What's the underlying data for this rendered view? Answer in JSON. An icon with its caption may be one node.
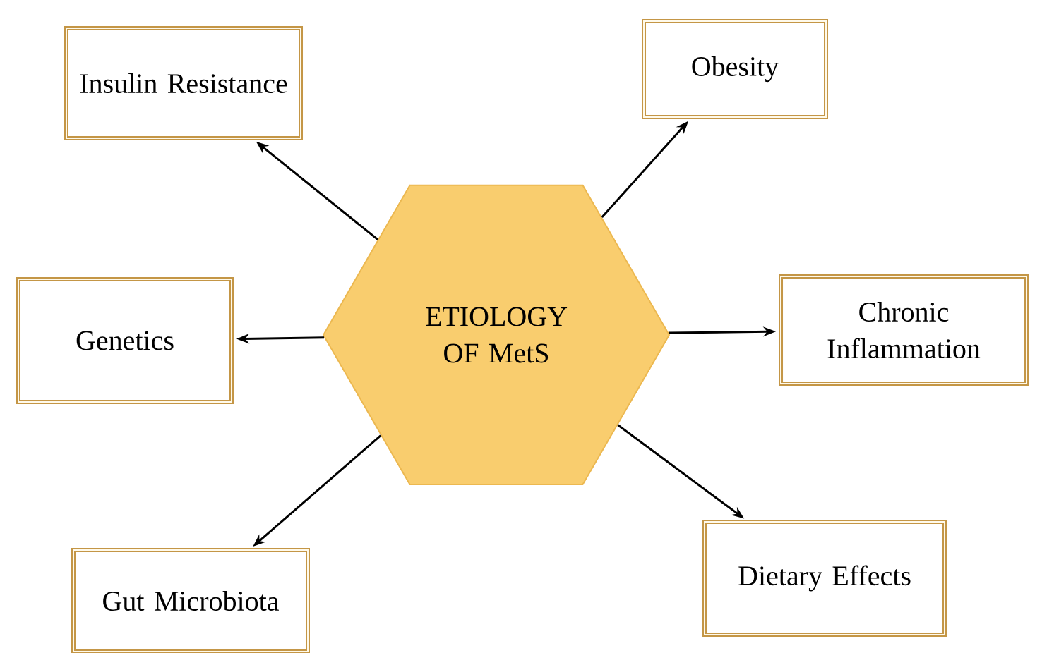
{
  "diagram": {
    "nodes": [
      {
        "text": [
          "ETIOLOGY OF MetS"
        ]
      },
      {
        "text": [
          "Insulin Resistance"
        ]
      },
      {
        "text": [
          "Obesity"
        ]
      },
      {
        "text": [
          "Genetics"
        ]
      },
      {
        "text": [
          "Chronic Inflammation"
        ]
      },
      {
        "text": [
          "Gut Microbiota"
        ]
      },
      {
        "text": [
          "Dietary Effects"
        ]
      }
    ],
    "edges": [
      {
        "from": 0,
        "to": 1,
        "arrow": "to"
      },
      {
        "from": 0,
        "to": 2,
        "arrow": "to"
      },
      {
        "from": 0,
        "to": 3,
        "arrow": "to"
      },
      {
        "from": 0,
        "to": 4,
        "arrow": "to"
      },
      {
        "from": 0,
        "to": 5,
        "arrow": "to"
      },
      {
        "from": 0,
        "to": 6,
        "arrow": "to"
      }
    ]
  }
}
